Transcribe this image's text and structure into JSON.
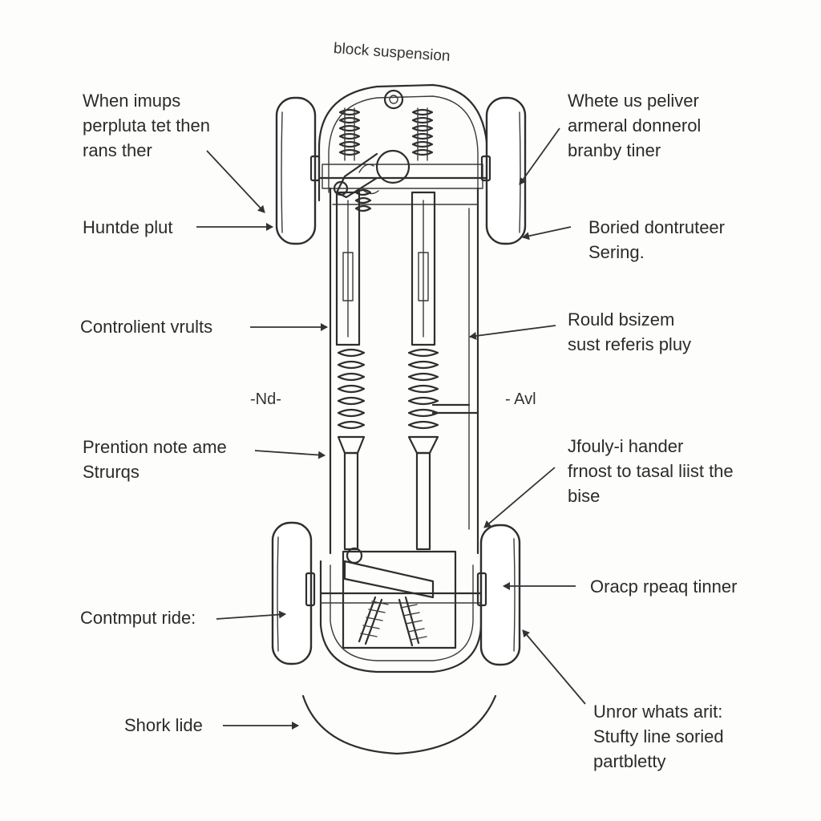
{
  "title": "block suspension",
  "labels": {
    "top_left": [
      "When imups",
      "perpluta tet then",
      "rans ther"
    ],
    "hunt": [
      "Huntde plut"
    ],
    "control": [
      "Controlient vrults"
    ],
    "prention": [
      "Prention note ame",
      "Strurqs"
    ],
    "contmput": [
      "Contmput ride:"
    ],
    "shork": [
      "Shork lide"
    ],
    "top_right": [
      "Whete us peliver",
      "armeral donnerol",
      "branby tiner"
    ],
    "boried": [
      "Boried dontruteer",
      "Sering."
    ],
    "rould": [
      "Rould bsizem",
      "sust referis pluy"
    ],
    "foully": [
      "Jfouly-i hander",
      "frnost to tasal liist the",
      "bise"
    ],
    "oracp": [
      "Oracp rpeaq tinner"
    ],
    "unror": [
      "Unror whats arit:",
      "Stufty line soried",
      "partbletty"
    ]
  },
  "side_marks": {
    "left": "-Nd-",
    "right": "- Avl"
  },
  "colors": {
    "line": "#2e2e2e",
    "background": "#fdfdfb"
  }
}
